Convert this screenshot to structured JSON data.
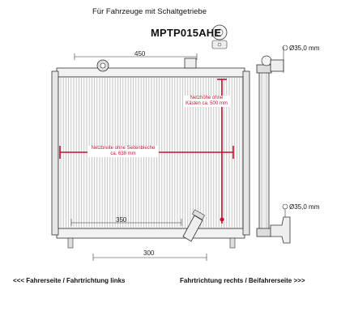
{
  "title": "Für Fahrzeuge mit Schaltgetriebe",
  "part_code": "MPTP015AHE",
  "dimensions": {
    "top_width": "450",
    "bottom_inner": "350",
    "bottom_outer": "300",
    "pipe_top": "35,0 mm",
    "pipe_bottom": "35,0 mm"
  },
  "notes": {
    "net_width": "Netzbreite ohne Seitenbleche ca. 638 mm",
    "net_height": "Netzhöhe ohne Kästen ca. 500 mm"
  },
  "labels": {
    "left_side": "<<< Fahrerseite / Fahrtrichtung links",
    "right_side": "Fahrtrichtung rechts / Beifahrerseite >>>"
  },
  "colors": {
    "accent": "#c8102e",
    "line": "#333333"
  }
}
